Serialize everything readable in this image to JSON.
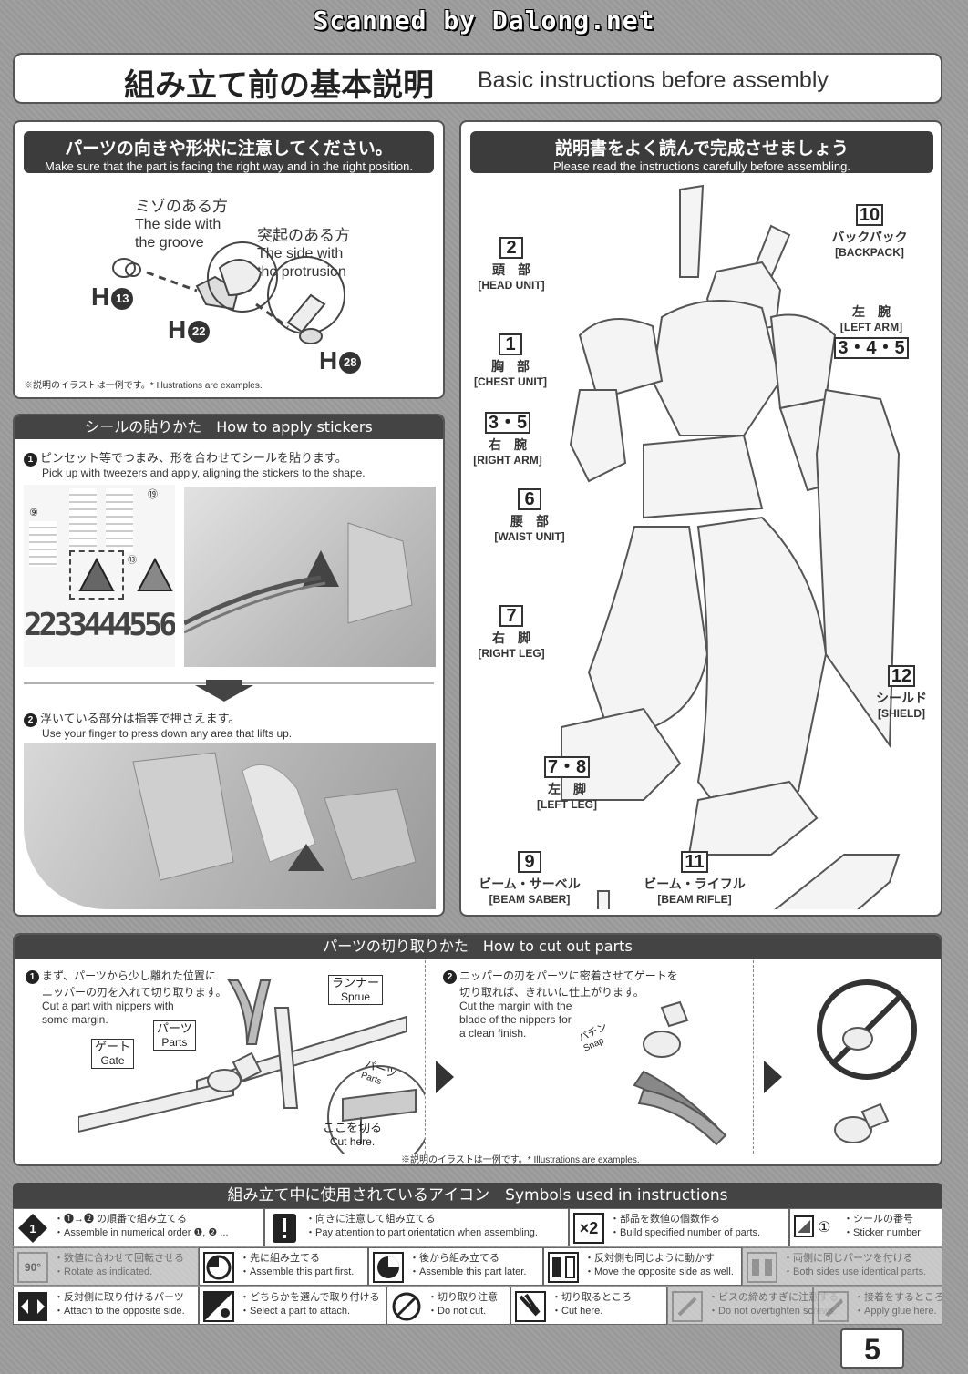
{
  "watermark": "Scanned by Dalong.net",
  "title": {
    "jp": "組み立て前の基本説明",
    "en": "Basic instructions before assembly"
  },
  "orientation": {
    "jp": "パーツの向きや形状に注意してください。",
    "en": "Make sure that the part is facing the right way and in the right position.",
    "groove_jp": "ミゾのある方",
    "groove_en1": "The side with",
    "groove_en2": "the groove",
    "prot_jp": "突起のある方",
    "prot_en1": "The side with",
    "prot_en2": "the protrusion",
    "h13": "H",
    "h13n": "13",
    "h22": "H",
    "h22n": "22",
    "h28": "H",
    "h28n": "28",
    "note": "※説明のイラストは一例です。* Illustrations are examples."
  },
  "stickers": {
    "header": "シールの貼りかた　How to apply stickers",
    "s1n": "1",
    "s1_jp": "ピンセット等でつまみ、形を合わせてシールを貼ります。",
    "s1_en": "Pick up with tweezers and apply, aligning the stickers to the shape.",
    "s2n": "2",
    "s2_jp": "浮いている部分は指等で押さえます。",
    "s2_en": "Use your finger to press down any area that lifts up.",
    "sheet_numbers": "2233444556",
    "sheet_9": "⑨",
    "sheet_19": "⑲",
    "sheet_13": "⑬"
  },
  "complete": {
    "jp": "説明書をよく読んで完成させましょう",
    "en": "Please read the instructions carefully before assembling.",
    "parts": [
      {
        "n": "2",
        "jp": "頭　部",
        "en": "[HEAD UNIT]"
      },
      {
        "n": "1",
        "jp": "胸　部",
        "en": "[CHEST UNIT]"
      },
      {
        "n": "3・5",
        "jp": "右　腕",
        "en": "[RIGHT ARM]"
      },
      {
        "n": "6",
        "jp": "腰　部",
        "en": "[WAIST UNIT]"
      },
      {
        "n": "7",
        "jp": "右　脚",
        "en": "[RIGHT LEG]"
      },
      {
        "n": "7・8",
        "jp": "左　脚",
        "en": "[LEFT LEG]"
      },
      {
        "n": "9",
        "jp": "ビーム・サーベル",
        "en": "[BEAM SABER]"
      },
      {
        "n": "11",
        "jp": "ビーム・ライフル",
        "en": "[BEAM RIFLE]"
      },
      {
        "n": "10",
        "jp": "バックパック",
        "en": "[BACKPACK]"
      },
      {
        "n": "3・4・5",
        "jp": "左　腕",
        "en": "[LEFT ARM]"
      },
      {
        "n": "12",
        "jp": "シールド",
        "en": "[SHIELD]"
      }
    ]
  },
  "cut": {
    "header": "パーツの切り取りかた　How to cut out parts",
    "s1n": "1",
    "s1_jp1": "まず、パーツから少し離れた位置に",
    "s1_jp2": "ニッパーの刃を入れて切り取ります。",
    "s1_en1": "Cut a part with nippers with",
    "s1_en2": "some margin.",
    "runner_jp": "ランナー",
    "runner_en": "Sprue",
    "parts_jp": "パーツ",
    "parts_en": "Parts",
    "gate_jp": "ゲート",
    "gate_en": "Gate",
    "zoom_jp": "パーツ",
    "zoom_en": "Parts",
    "here_jp": "ここを切る",
    "here_en": "Cut here.",
    "s2n": "2",
    "s2_jp1": "ニッパーの刃をパーツに密着させてゲートを",
    "s2_jp2": "切り取れば、きれいに仕上がります。",
    "s2_en1": "Cut the margin with the",
    "s2_en2": "blade of the nippers for",
    "s2_en3": "a clean finish.",
    "snap_jp": "パチン",
    "snap_en": "Snap",
    "note": "※説明のイラストは一例です。* Illustrations are examples."
  },
  "symbols": {
    "header": "組み立て中に使用されているアイコン　Symbols used in instructions",
    "items": [
      {
        "jp": "・❶→❷ の順番で組み立てる",
        "en": "・Assemble in numerical order ❶, ❷ ..."
      },
      {
        "jp": "・向きに注意して組み立てる",
        "en": "・Pay attention to part orientation when assembling."
      },
      {
        "jp": "・部品を数値の個数作る",
        "en": "・Build specified number of parts.",
        "icon": "×2"
      },
      {
        "jp": "・シールの番号",
        "en": "・Sticker number",
        "icon": "①"
      },
      {
        "jp": "・数値に合わせて回転させる",
        "en": "・Rotate as indicated.",
        "icon": "90°"
      },
      {
        "jp": "・先に組み立てる",
        "en": "・Assemble this part first."
      },
      {
        "jp": "・後から組み立てる",
        "en": "・Assemble this part later."
      },
      {
        "jp": "・反対側も同じように動かす",
        "en": "・Move the opposite side as well."
      },
      {
        "jp": "・両側に同じパーツを付ける",
        "en": "・Both sides use identical parts."
      },
      {
        "jp": "・反対側に取り付けるパーツ",
        "en": "・Attach to the opposite side."
      },
      {
        "jp": "・どちらかを選んで取り付ける",
        "en": "・Select a part to attach."
      },
      {
        "jp": "・切り取り注意",
        "en": "・Do not cut."
      },
      {
        "jp": "・切り取るところ",
        "en": "・Cut here."
      },
      {
        "jp": "・ビスの締めすぎに注意する",
        "en": "・Do not overtighten screws."
      },
      {
        "jp": "・接着をするところ",
        "en": "・Apply glue here."
      }
    ]
  },
  "page_number": "5"
}
